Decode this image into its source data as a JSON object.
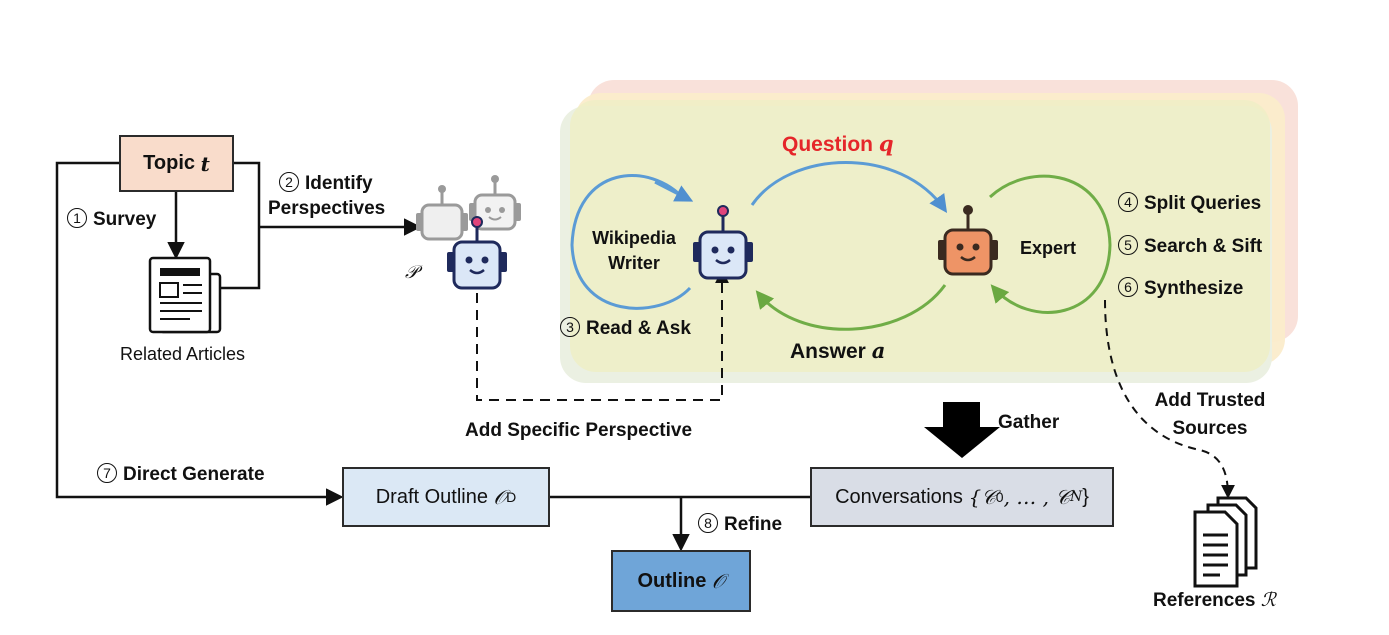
{
  "topic": {
    "label": "Topic",
    "var": "t"
  },
  "related_articles": "Related Articles",
  "steps": {
    "survey": {
      "num": "1",
      "label": "Survey"
    },
    "identify": {
      "num": "2",
      "label_line1": "Identify",
      "label_line2": "Perspectives"
    },
    "read_ask": {
      "num": "3",
      "label": "Read & Ask"
    },
    "split": {
      "num": "4",
      "label": "Split Queries"
    },
    "search": {
      "num": "5",
      "label": "Search & Sift"
    },
    "synthesize": {
      "num": "6",
      "label": "Synthesize"
    },
    "direct": {
      "num": "7",
      "label": "Direct Generate"
    },
    "refine": {
      "num": "8",
      "label": "Refine"
    }
  },
  "perspectives_symbol": "𝒫",
  "wikipedia_writer": {
    "line1": "Wikipedia",
    "line2": "Writer"
  },
  "expert": "Expert",
  "question": {
    "label": "Question",
    "var": "q"
  },
  "answer": {
    "label": "Answer",
    "var": "a"
  },
  "add_specific_perspective": "Add Specific Perspective",
  "gather": "Gather",
  "add_trusted_sources": {
    "line1": "Add Trusted",
    "line2": "Sources"
  },
  "draft_outline": {
    "label": "Draft Outline",
    "symbol": "𝒪",
    "sub": "D"
  },
  "conversations": {
    "label": "Conversations",
    "set": "{𝒞",
    "sub0": "0",
    "mid": ", … , 𝒞",
    "subN": "N",
    "close": "}"
  },
  "outline": {
    "label": "Outline",
    "symbol": "𝒪"
  },
  "references": {
    "label": "References",
    "symbol": "ℛ"
  },
  "colors": {
    "topic_fill": "#f9dccb",
    "draft_fill": "#dbe8f5",
    "conversations_fill": "#d9dde6",
    "outline_fill": "#6fa5d8",
    "question_red": "#e5262a",
    "blue_arrow": "#5b9bd5",
    "green_arrow": "#70ad47",
    "writer_robot": "#dbe7f7",
    "expert_robot": "#ee9466",
    "robot_dark": "#1f2a5c"
  }
}
